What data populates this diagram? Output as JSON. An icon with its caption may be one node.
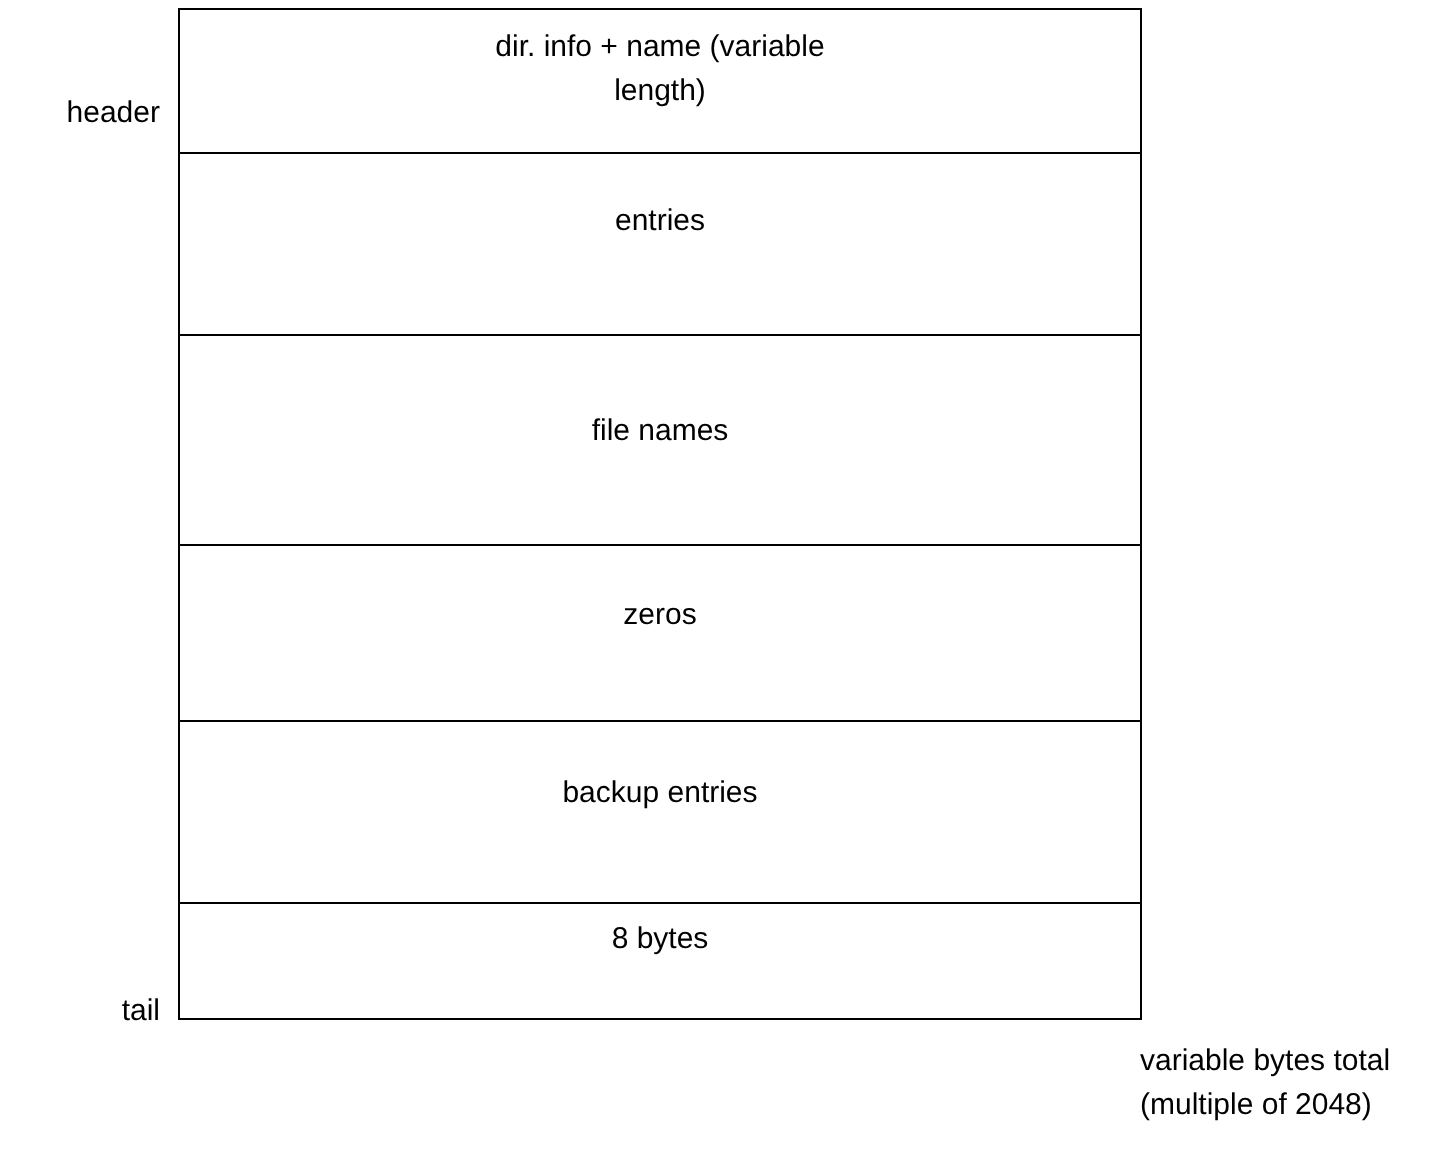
{
  "diagram": {
    "nodes": [
      {
        "text": [
          "dir. info + name (variable length)"
        ],
        "beside": [
          "header"
        ]
      },
      {
        "text": [
          "entries"
        ]
      },
      {
        "text": [
          "file names"
        ]
      },
      {
        "text": [
          "zeros"
        ]
      },
      {
        "text": [
          "backup entries"
        ]
      },
      {
        "text": [
          "8 bytes"
        ],
        "beside": [
          "tail"
        ]
      }
    ],
    "labels": [
      "variable bytes total (multiple of 2048)"
    ]
  }
}
